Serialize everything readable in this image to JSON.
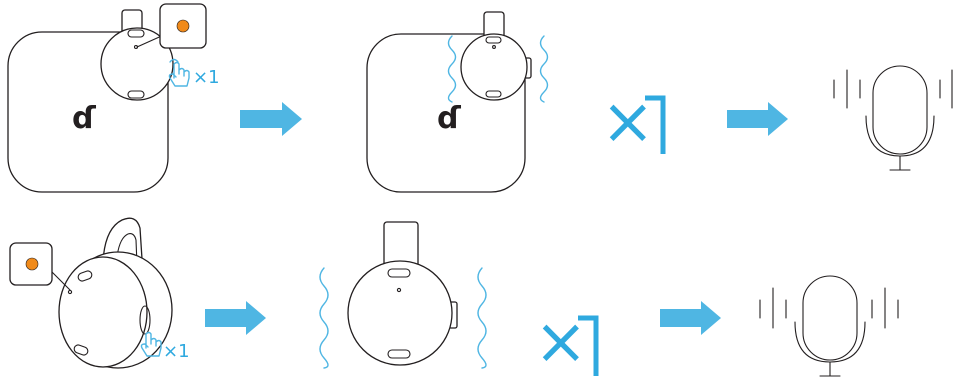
{
  "row1": {
    "logo_left": "ɗ",
    "logo_mid": "ɗ",
    "press_label": "×1",
    "count_label": "×1"
  },
  "row2": {
    "press_label": "×1",
    "count_label": "×1"
  },
  "colors": {
    "accent_blue": "#4fb6e3",
    "led_orange": "#f08a1a",
    "outline": "#231f20"
  },
  "icons": [
    "hand-press-icon",
    "arrow-right-icon",
    "microphone-icon",
    "vibration-wave-icon",
    "led-indicator-icon"
  ]
}
